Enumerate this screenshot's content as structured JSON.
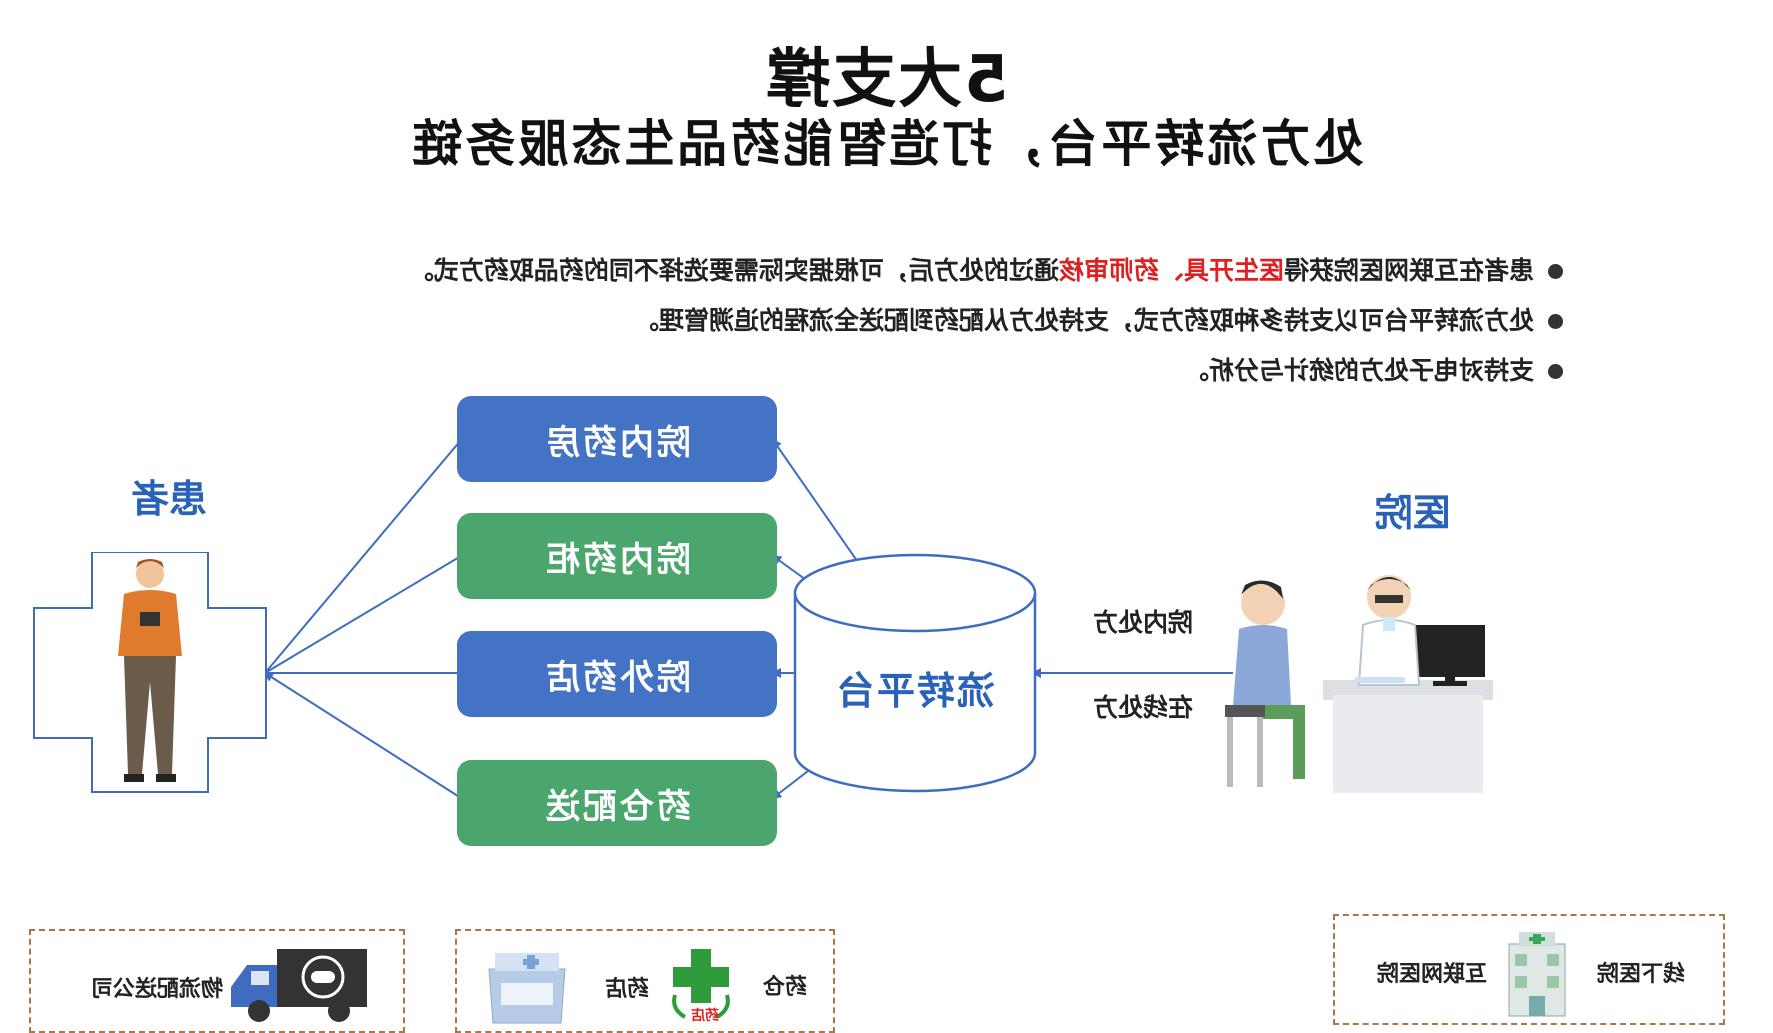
{
  "title": {
    "line1": "5大支撑",
    "line2": "处方流转平台，打造智能药品生态服务链"
  },
  "bullets": {
    "b1_pre": "患者在互联网医院获得",
    "b1_red1": "医生开具",
    "b1_sep": "、",
    "b1_red2": "药师审核",
    "b1_post": "通过的处方后，可根据实际需要选择不同的药品取药方式。",
    "b2": "处方流转平台可以支持多种取药方式，支持处方从配药到配送全流程的追溯管理。",
    "b3": "支持对电子处方的统计与分析。"
  },
  "hospital": {
    "label": "医院"
  },
  "patient": {
    "label": "患者"
  },
  "platform": {
    "label": "流转平台"
  },
  "prescriptions": {
    "in_hospital": "院内处方",
    "online": "在线处方"
  },
  "options": [
    {
      "label": "院内药房",
      "color": "#4472c4"
    },
    {
      "label": "院内药柜",
      "color": "#4aa66d"
    },
    {
      "label": "院外药店",
      "color": "#4472c4"
    },
    {
      "label": "药仓配送",
      "color": "#4aa66d"
    }
  ],
  "bottom": {
    "hospitals": {
      "offline": "线下医院",
      "internet": "互联网医院"
    },
    "stores": {
      "warehouse": "药仓",
      "pharmacy": "药店",
      "warehouse_badge": "药店"
    },
    "logistics": {
      "label": "物流配送公司"
    }
  },
  "colors": {
    "blue": "#4472c4",
    "green": "#4aa66d",
    "arrow": "#3f6cc0",
    "red": "#e02020",
    "dash": "#a87848"
  }
}
